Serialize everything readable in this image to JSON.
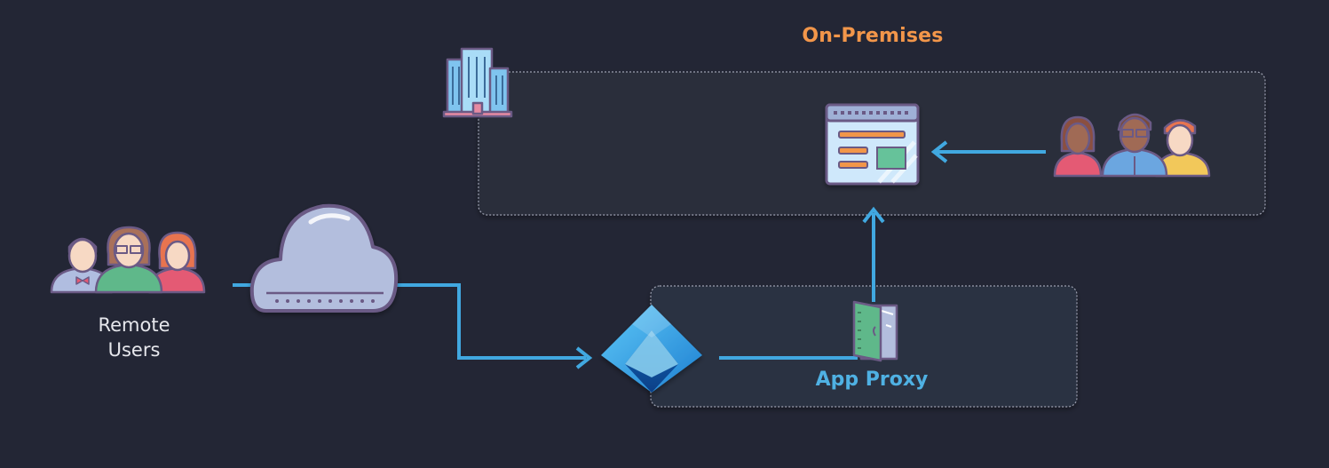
{
  "diagram": {
    "onprem_title": "On-Premises",
    "remote_users_line1": "Remote",
    "remote_users_line2": "Users",
    "app_proxy_label": "App Proxy"
  },
  "colors": {
    "background": "#232635",
    "onprem_title": "#f2964a",
    "app_proxy_label": "#4fb1e3",
    "connector_line": "#41a8e0",
    "box_border": "#8e92a3",
    "cloud_fill": "#b3bedd",
    "outline": "#6b5a85"
  },
  "icons": {
    "building": "building-icon",
    "web_app": "web-app-icon",
    "onprem_users": "user-group-icon",
    "remote_users": "user-group-icon",
    "cloud": "cloud-icon",
    "entra": "entra-id-icon",
    "connector": "app-proxy-connector-icon"
  }
}
